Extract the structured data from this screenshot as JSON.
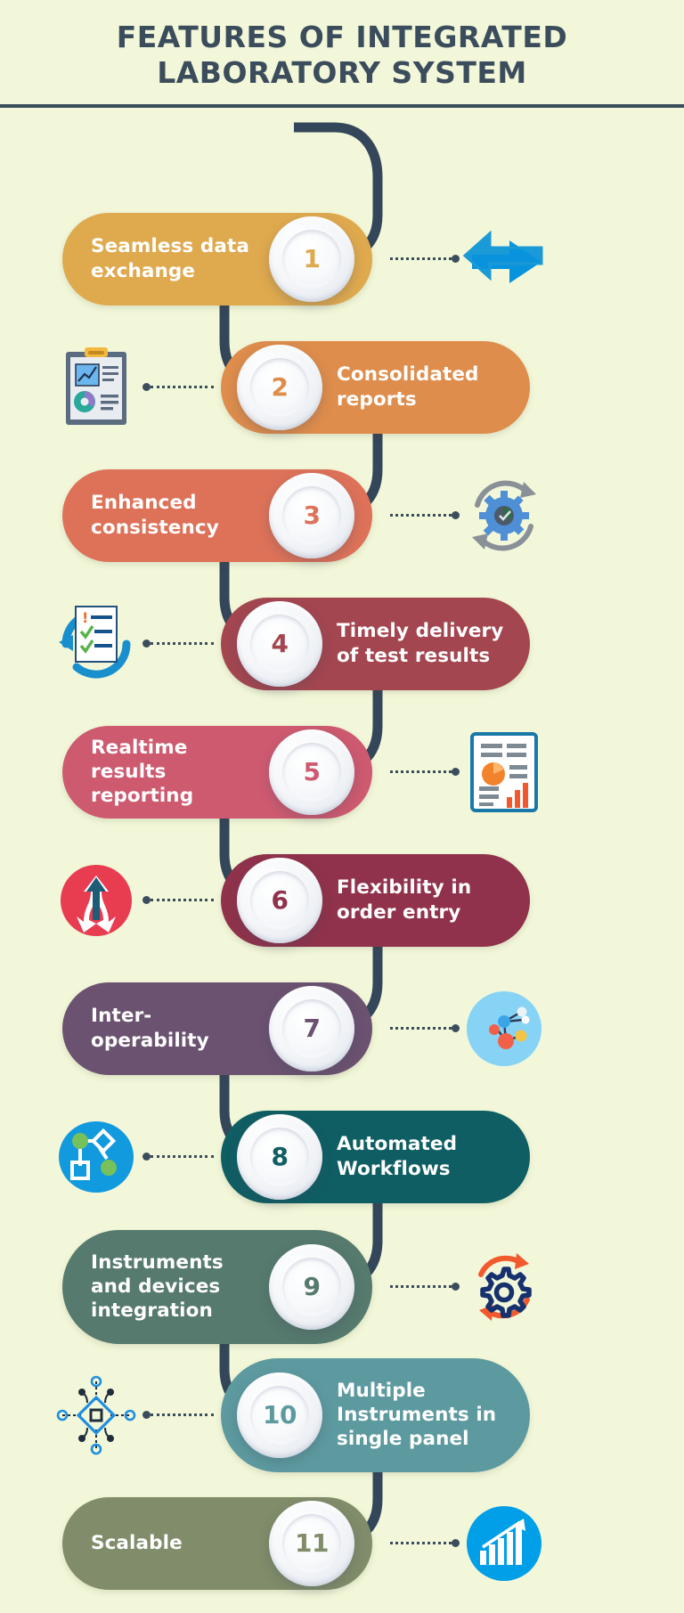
{
  "header": {
    "title": "FEATURES OF INTEGRATED LABORATORY SYSTEM",
    "line1": "FEATURES OF INTEGRATED",
    "line2": "LABORATORY SYSTEM",
    "title_color": "#3b4d5c"
  },
  "theme": {
    "background": "#f2f7d9",
    "snake_color": "#34475a",
    "connector_color": "#3b4d5c",
    "badge_face": "#f3f5f8"
  },
  "items": [
    {
      "number": "1",
      "label": "Seamless data\nexchange",
      "color": "#dfa94e",
      "number_color": "#dfa94e",
      "side": "left",
      "icon_side": "right",
      "icon_name": "bidirectional-arrows-icon"
    },
    {
      "number": "2",
      "label": "Consolidated\nreports",
      "color": "#de8d4c",
      "number_color": "#de8d4c",
      "side": "right",
      "icon_side": "left",
      "icon_name": "clipboard-report-icon"
    },
    {
      "number": "3",
      "label": "Enhanced\nconsistency",
      "color": "#dd7259",
      "number_color": "#dd7259",
      "side": "left",
      "icon_side": "right",
      "icon_name": "gear-refresh-icon"
    },
    {
      "number": "4",
      "label": "Timely delivery\nof test results",
      "color": "#a34650",
      "number_color": "#a34650",
      "side": "right",
      "icon_side": "left",
      "icon_name": "checklist-refresh-icon"
    },
    {
      "number": "5",
      "label": "Realtime results\nreporting",
      "color": "#ce5a70",
      "number_color": "#ce5a70",
      "side": "left",
      "icon_side": "right",
      "icon_name": "report-chart-icon"
    },
    {
      "number": "6",
      "label": "Flexibility in\norder entry",
      "color": "#90324b",
      "number_color": "#90324b",
      "side": "right",
      "icon_side": "left",
      "icon_name": "branching-arrows-icon"
    },
    {
      "number": "7",
      "label": "Inter-\noperability",
      "color": "#6b5270",
      "number_color": "#6b5270",
      "side": "left",
      "icon_side": "right",
      "icon_name": "network-nodes-icon"
    },
    {
      "number": "8",
      "label": "Automated\nWorkflows",
      "color": "#0f5e63",
      "number_color": "#0f5e63",
      "side": "right",
      "icon_side": "left",
      "icon_name": "workflow-diagram-icon"
    },
    {
      "number": "9",
      "label": "Instruments\nand devices\nintegration",
      "color": "#567a6d",
      "number_color": "#567a6d",
      "side": "left",
      "icon_side": "right",
      "icon_name": "gear-sync-icon"
    },
    {
      "number": "10",
      "label": "Multiple\nInstruments in\nsingle panel",
      "color": "#5d9aa0",
      "number_color": "#5d9aa0",
      "side": "right",
      "icon_side": "left",
      "icon_name": "node-diamond-icon"
    },
    {
      "number": "11",
      "label": "Scalable",
      "color": "#808c6a",
      "number_color": "#808c6a",
      "side": "left",
      "icon_side": "right",
      "icon_name": "bar-growth-icon"
    }
  ]
}
